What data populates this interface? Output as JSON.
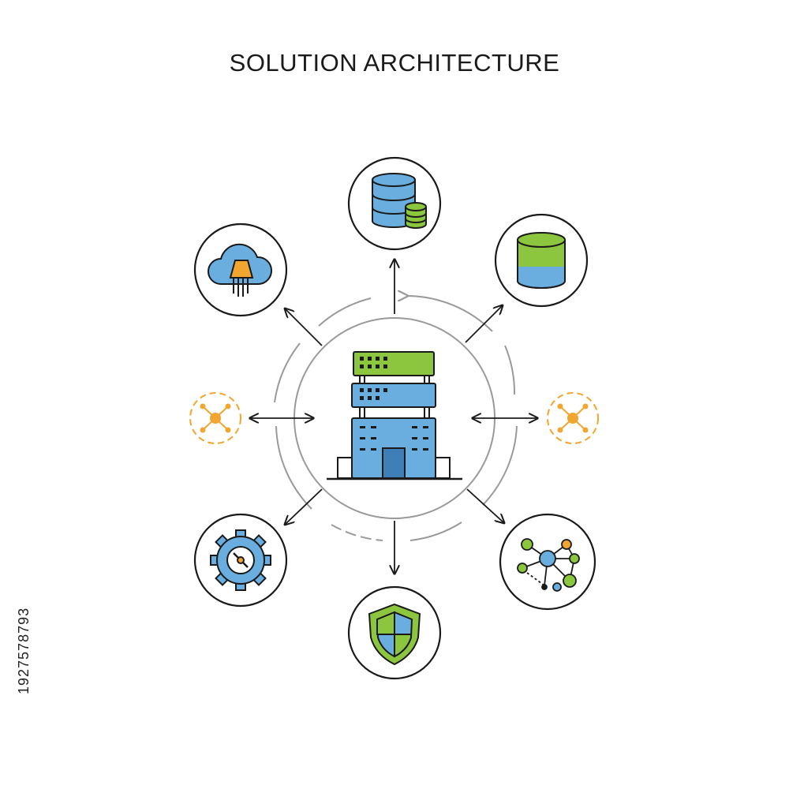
{
  "title": "SOLUTION ARCHITECTURE",
  "stock_id": "1927578793",
  "colors": {
    "outline": "#1a1a1a",
    "blue": "#6aaee0",
    "blue_dark": "#3f7fb8",
    "green": "#8cc63f",
    "orange": "#f0a630",
    "ring": "#9a9a9a"
  },
  "nodes": [
    {
      "id": "database-top",
      "icon": "database-stack-icon"
    },
    {
      "id": "database-right",
      "icon": "database-icon"
    },
    {
      "id": "cloud",
      "icon": "cloud-icon"
    },
    {
      "id": "connector-left",
      "icon": "network-hub-icon"
    },
    {
      "id": "connector-right",
      "icon": "network-hub-icon"
    },
    {
      "id": "settings",
      "icon": "gear-icon"
    },
    {
      "id": "network",
      "icon": "network-graph-icon"
    },
    {
      "id": "security",
      "icon": "shield-icon"
    }
  ],
  "center": {
    "icon": "server-building-icon"
  }
}
